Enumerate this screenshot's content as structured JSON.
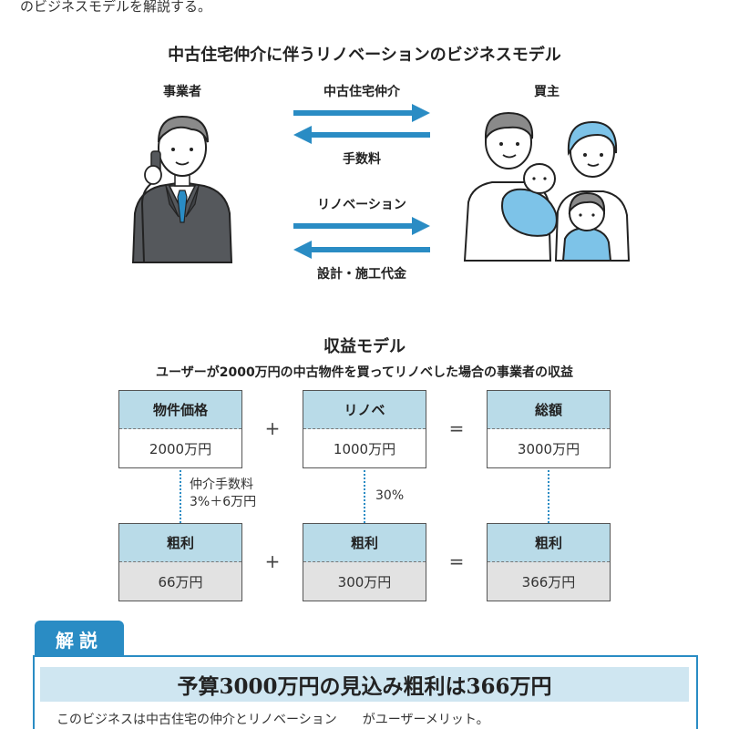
{
  "intro_text": "のビジネスモデルを解説する。",
  "diagram": {
    "title": "中古住宅仲介に伴うリノベーションのビジネスモデル",
    "left_label": "事業者",
    "right_label": "買主",
    "arrows": [
      {
        "label": "中古住宅仲介",
        "direction": "right"
      },
      {
        "label": "手数料",
        "direction": "left"
      },
      {
        "label": "リノベーション",
        "direction": "right"
      },
      {
        "label": "設計・施工代金",
        "direction": "left"
      }
    ],
    "accent_color": "#2a8cc4"
  },
  "revenue_model": {
    "title": "収益モデル",
    "subtitle": "ユーザーが2000万円の中古物件を買ってリノベした場合の事業者の収益",
    "top_row": [
      {
        "header": "物件価格",
        "value": "2000万円"
      },
      {
        "header": "リノベ",
        "value": "1000万円"
      },
      {
        "header": "総額",
        "value": "3000万円"
      }
    ],
    "top_ops": [
      "+",
      "="
    ],
    "notes": [
      "仲介手数料\n3%＋6万円",
      "30%"
    ],
    "bottom_row": [
      {
        "header": "粗利",
        "value": "66万円"
      },
      {
        "header": "粗利",
        "value": "300万円"
      },
      {
        "header": "粗利",
        "value": "366万円"
      }
    ],
    "bottom_ops": [
      "+",
      "="
    ]
  },
  "explanation": {
    "tab_label": "解説",
    "headline": "予算3000万円の見込み粗利は366万円",
    "body": "このビジネスは中古住宅の仲介とリノベーション　　がユーザーメリット。"
  }
}
